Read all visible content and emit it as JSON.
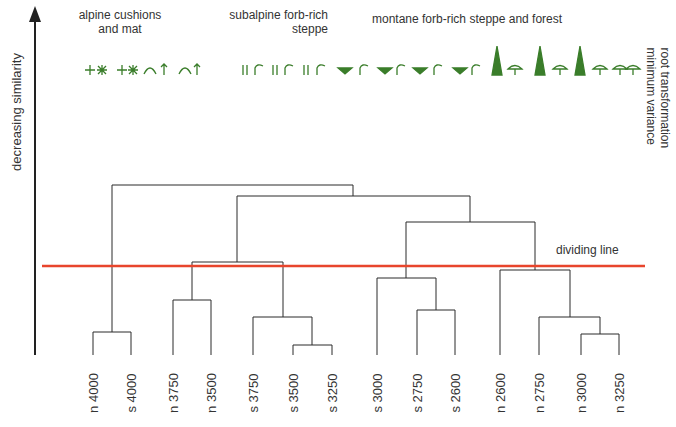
{
  "diagram": {
    "labels": [
      "alpine cushions and mat",
      "subalpine forb-rich steppe",
      "montane forb-rich steppe and forest",
      "decreasing similarity",
      "root transformation minimum variance",
      "dividing line",
      "n 4000",
      "s 4000",
      "n 3750",
      "n 3500",
      "s 3750",
      "s 3500",
      "s 3250",
      "s 3000",
      "s 2750",
      "s 2600",
      "n 2600",
      "n 2750",
      "n 3000",
      "n 3250"
    ]
  }
}
